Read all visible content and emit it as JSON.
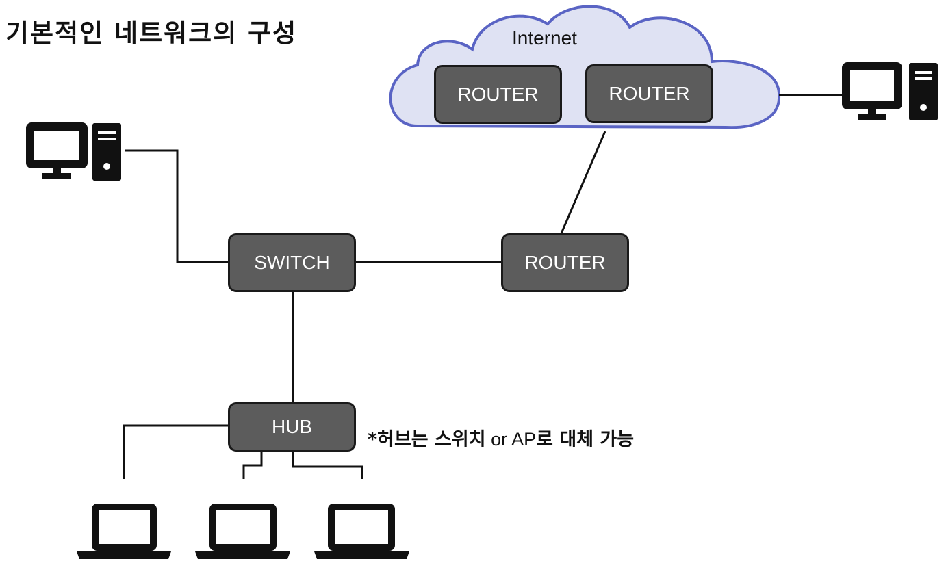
{
  "title": "기본적인 네트워크의 구성",
  "cloud": {
    "label": "Internet"
  },
  "nodes": {
    "internet_router_1": "ROUTER",
    "internet_router_2": "ROUTER",
    "switch": "SWITCH",
    "router": "ROUTER",
    "hub": "HUB"
  },
  "note": {
    "part1": "*허브는 스위치",
    "part2": " or AP",
    "part3": "로 대체 가능"
  },
  "icons": {
    "desktop_left": "desktop-computer-icon",
    "desktop_right": "desktop-computer-icon",
    "laptops": [
      "laptop-icon",
      "laptop-icon",
      "laptop-icon"
    ]
  },
  "colors": {
    "node_fill": "#5c5c5c",
    "cloud_fill": "#dfe2f3",
    "cloud_stroke": "#5a64c4"
  }
}
